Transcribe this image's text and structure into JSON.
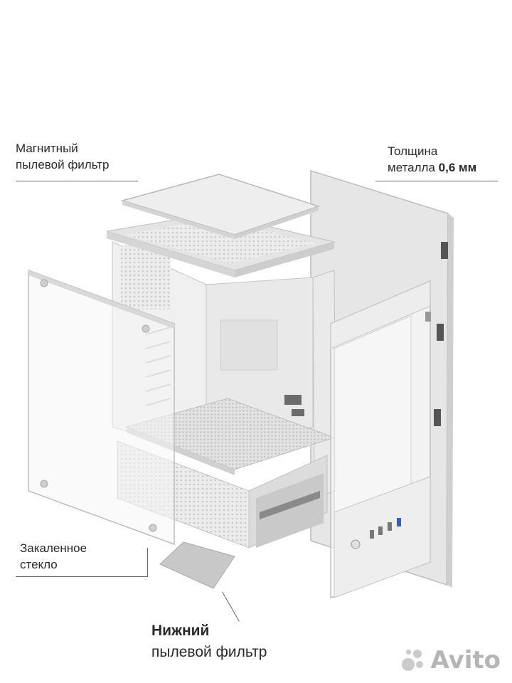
{
  "annotations": {
    "top_filter": {
      "line1": "Магнитный",
      "line2": "пылевой фильтр"
    },
    "metal": {
      "line1": "Толщина",
      "line2_prefix": "металла ",
      "line2_value": "0,6 мм"
    },
    "glass": {
      "line1": "Закаленное",
      "line2": "стекло"
    },
    "bottom_filter": {
      "line1": "Нижний",
      "line2": "пылевой фильтр"
    }
  },
  "watermark": {
    "text": "Avito"
  },
  "colors": {
    "case": "#e8e8e8",
    "edge": "#bdbdbd",
    "text": "#2a2a2a"
  }
}
